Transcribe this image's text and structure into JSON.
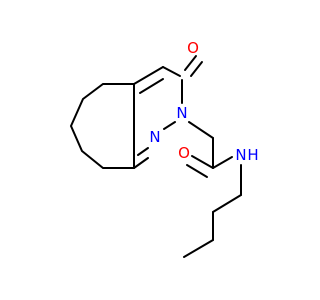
{
  "molecule": {
    "atoms": {
      "oxygen_ketone": {
        "symbol": "O",
        "color": "#ff0000"
      },
      "nitrogen_ring_1": {
        "symbol": "N",
        "color": "#0000ff"
      },
      "nitrogen_ring_2": {
        "symbol": "N",
        "color": "#0000ff"
      },
      "oxygen_amide": {
        "symbol": "O",
        "color": "#ff0000"
      },
      "nitrogen_amide": {
        "symbol": "N",
        "color": "#0000ff"
      },
      "hydrogen_amide": {
        "symbol": "H",
        "color": "#0000ff"
      }
    },
    "bond_color": "#000000"
  }
}
